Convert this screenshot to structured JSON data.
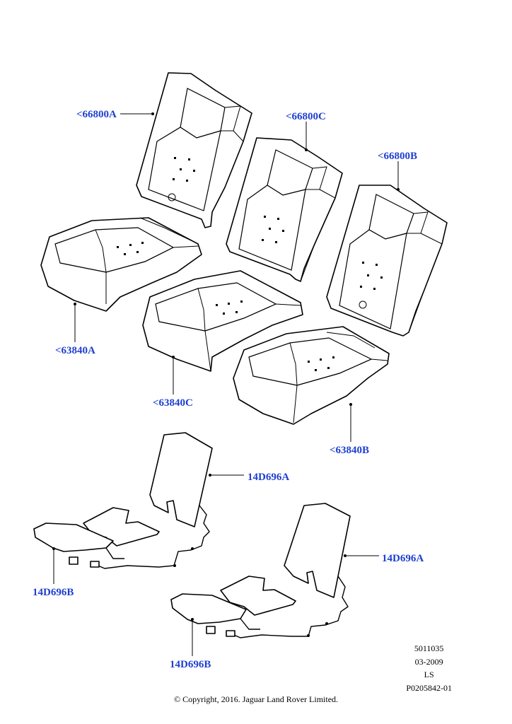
{
  "labels": {
    "backrest_left": "<66800A",
    "backrest_center": "<66800C",
    "backrest_right": "<66800B",
    "cushion_left": "<63840A",
    "cushion_center": "<63840C",
    "cushion_right": "<63840B",
    "heater_back_upper": "14D696A",
    "heater_back_lower": "14D696A",
    "heater_seat_upper": "14D696B",
    "heater_seat_lower": "14D696B"
  },
  "meta": {
    "code": "5011035",
    "date": "03-2009",
    "region": "LS",
    "ref": "P0205842-01"
  },
  "copyright": "© Copyright, 2016. Jaguar Land Rover Limited."
}
